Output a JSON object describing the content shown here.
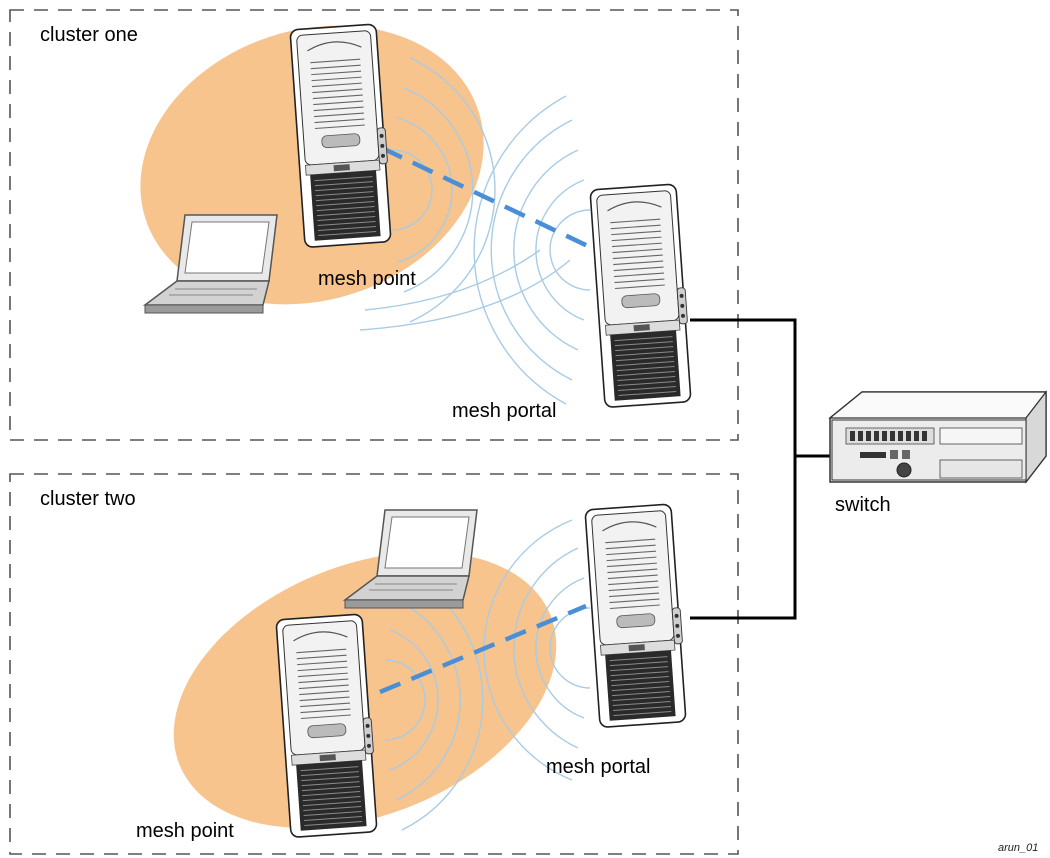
{
  "clusters": [
    {
      "label": "cluster one"
    },
    {
      "label": "cluster two"
    }
  ],
  "labels": {
    "mesh_point_1": "mesh point",
    "mesh_portal_1": "mesh portal",
    "mesh_point_2": "mesh point",
    "mesh_portal_2": "mesh portal",
    "switch": "switch",
    "figure_id": "arun_01"
  },
  "colors": {
    "coverage_fill": "#f8c48e",
    "wireless_link": "#4a8fd6",
    "signal_waves": "#a8cbe6",
    "cluster_border": "#555555",
    "wired_link": "#000000"
  },
  "icons": [
    "access-point-icon",
    "laptop-icon",
    "switch-icon"
  ]
}
